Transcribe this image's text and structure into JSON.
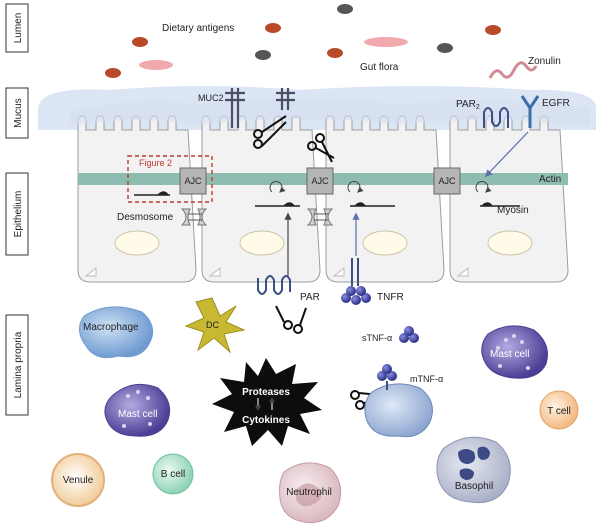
{
  "regions": {
    "lumen": "Lumen",
    "mucus": "Mucus",
    "epithelium": "Epithelium",
    "lamina_propria": "Lamina propria"
  },
  "labels": {
    "dietary_antigens": "Dietary antigens",
    "gut_flora": "Gut flora",
    "zonulin": "Zonulin",
    "par2_base": "PAR",
    "par2_sub": "2",
    "egfr": "EGFR",
    "muc2": "MUC2",
    "figure2": "Figure 2",
    "ajc1": "AJC",
    "ajc2": "AJC",
    "ajc3": "AJC",
    "actin": "Actin",
    "myosin": "Myosin",
    "desmosome": "Desmosome",
    "par": "PAR",
    "tnfr": "TNFR",
    "macrophage": "Macrophage",
    "dc": "DC",
    "stnf": "sTNF-α",
    "mast_cell_right": "Mast cell",
    "mast_cell_left": "Mast cell",
    "proteases": "Proteases",
    "cytokines": "Cytokines",
    "mtnf": "mTNF-α",
    "t_cell": "T cell",
    "venule": "Venule",
    "b_cell": "B cell",
    "neutrophil": "Neutrophil",
    "basophil": "Basophil"
  },
  "colors": {
    "mucus": "#dde6f4",
    "cell_fill": "#f3f3f3",
    "cell_stroke": "#9a9a9a",
    "actin_band": "#8fbcb0",
    "ajc_box": "#b5b5b5",
    "receptor_blue": "#3b4f86",
    "macrophage": "#8fb4df",
    "dc": "#c8b832",
    "mast": "#6f64b0",
    "t_cell": "#f3c79a",
    "b_cell": "#a9dfc8",
    "venule": "#f6dcb8",
    "figure2_red": "#c0392b"
  }
}
